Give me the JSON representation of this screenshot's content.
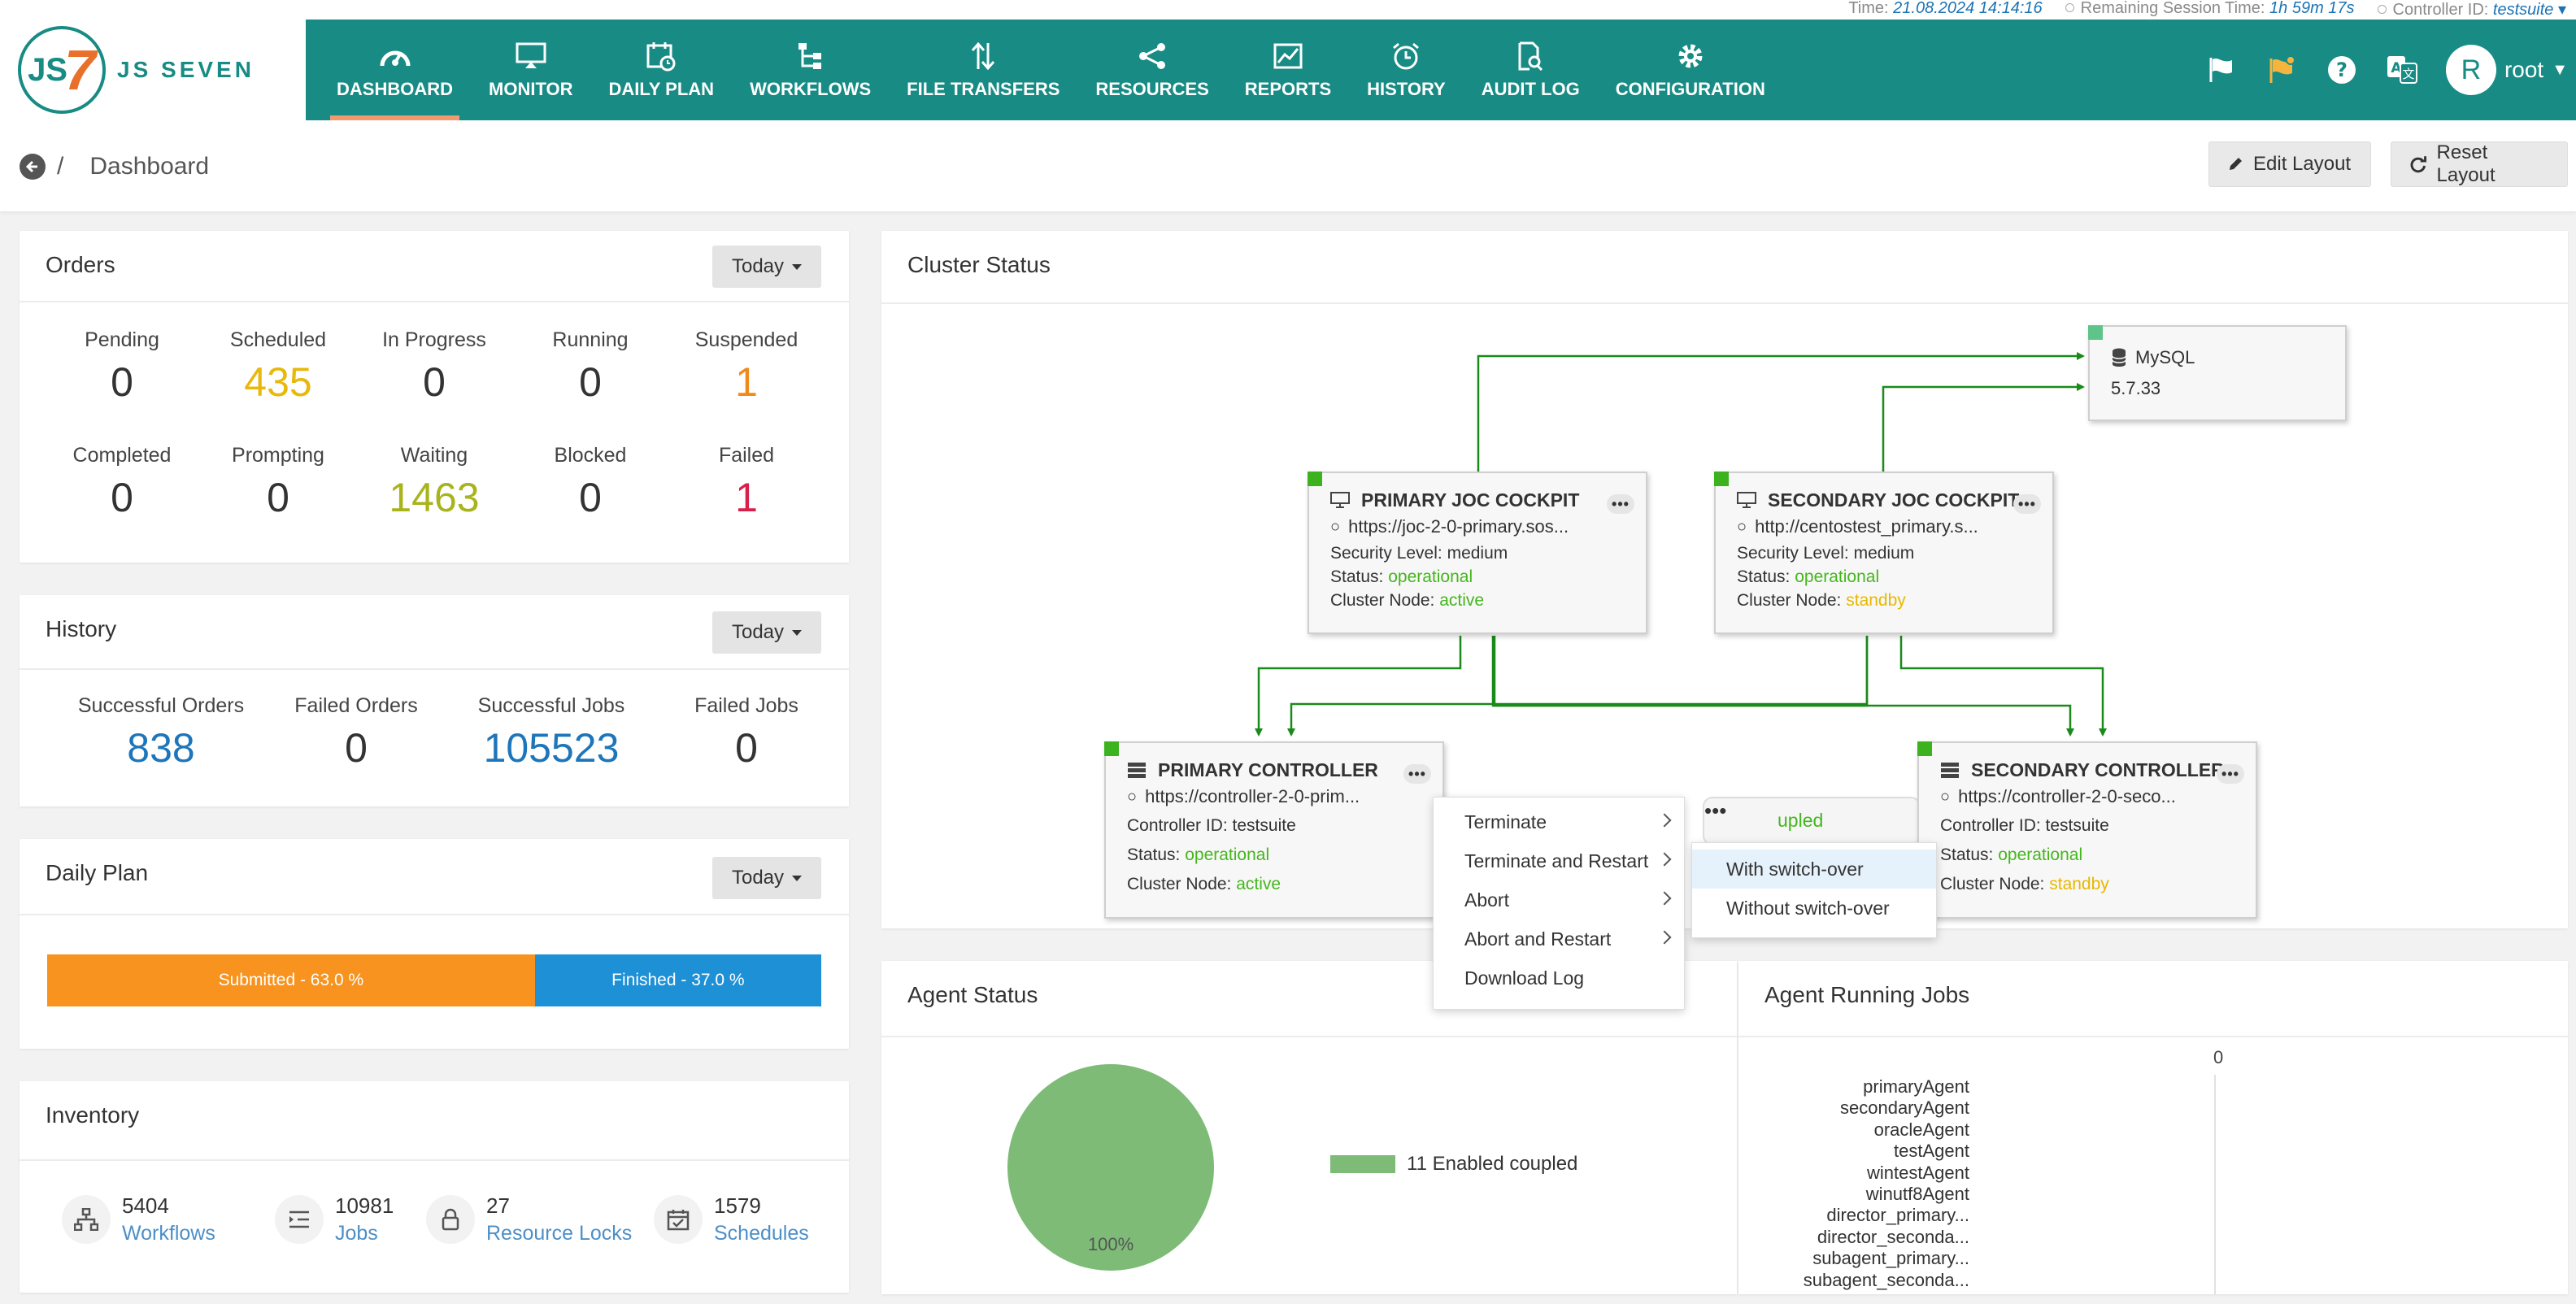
{
  "infobar": {
    "time_label": "Time:",
    "time_value": "21.08.2024 14:14:16",
    "session_label": "Remaining Session Time:",
    "session_value": "1h 59m 17s",
    "controller_label": "Controller ID:",
    "controller_value": "testsuite"
  },
  "logo": {
    "mark": "JS",
    "mark_seven": "7",
    "brand": "JS SEVEN"
  },
  "nav": {
    "items": [
      {
        "label": "DASHBOARD",
        "icon": "dashboard-gauge-icon"
      },
      {
        "label": "MONITOR",
        "icon": "monitor-icon"
      },
      {
        "label": "DAILY PLAN",
        "icon": "calendar-clock-icon"
      },
      {
        "label": "WORKFLOWS",
        "icon": "workflow-tree-icon"
      },
      {
        "label": "FILE TRANSFERS",
        "icon": "arrows-up-down-icon"
      },
      {
        "label": "RESOURCES",
        "icon": "share-nodes-icon"
      },
      {
        "label": "REPORTS",
        "icon": "line-chart-icon"
      },
      {
        "label": "HISTORY",
        "icon": "alarm-clock-icon"
      },
      {
        "label": "AUDIT LOG",
        "icon": "document-search-icon"
      },
      {
        "label": "CONFIGURATION",
        "icon": "gear-icon"
      }
    ],
    "user_initial": "R",
    "user_name": "root"
  },
  "breadcrumb": {
    "separator": "/",
    "page": "Dashboard"
  },
  "toolbar": {
    "edit_layout": "Edit Layout",
    "reset_layout": "Reset Layout"
  },
  "orders": {
    "title": "Orders",
    "filter": "Today",
    "stats": [
      {
        "label": "Pending",
        "value": "0"
      },
      {
        "label": "Scheduled",
        "value": "435"
      },
      {
        "label": "In Progress",
        "value": "0"
      },
      {
        "label": "Running",
        "value": "0"
      },
      {
        "label": "Suspended",
        "value": "1"
      },
      {
        "label": "Completed",
        "value": "0"
      },
      {
        "label": "Prompting",
        "value": "0"
      },
      {
        "label": "Waiting",
        "value": "1463"
      },
      {
        "label": "Blocked",
        "value": "0"
      },
      {
        "label": "Failed",
        "value": "1"
      }
    ]
  },
  "history": {
    "title": "History",
    "filter": "Today",
    "stats": [
      {
        "label": "Successful Orders",
        "value": "838"
      },
      {
        "label": "Failed Orders",
        "value": "0"
      },
      {
        "label": "Successful Jobs",
        "value": "105523"
      },
      {
        "label": "Failed Jobs",
        "value": "0"
      }
    ]
  },
  "daily_plan": {
    "title": "Daily Plan",
    "filter": "Today",
    "submitted_label": "Submitted - 63.0 %",
    "submitted_percent": 63.0,
    "finished_label": "Finished - 37.0 %",
    "finished_percent": 37.0
  },
  "inventory": {
    "title": "Inventory",
    "items": [
      {
        "count": "5404",
        "name": "Workflows",
        "icon": "workflow-icon"
      },
      {
        "count": "10981",
        "name": "Jobs",
        "icon": "list-indent-icon"
      },
      {
        "count": "27",
        "name": "Resource Locks",
        "icon": "lock-icon"
      },
      {
        "count": "1579",
        "name": "Schedules",
        "icon": "calendar-check-icon"
      }
    ]
  },
  "cluster": {
    "title": "Cluster Status",
    "database": {
      "name": "MySQL",
      "version": "5.7.33"
    },
    "primary_joc": {
      "title": "PRIMARY JOC COCKPIT",
      "url": "https://joc-2-0-primary.sos...",
      "security_label": "Security Level:",
      "security_value": "medium",
      "status_label": "Status:",
      "status_value": "operational",
      "node_label": "Cluster Node:",
      "node_value": "active"
    },
    "secondary_joc": {
      "title": "SECONDARY JOC COCKPIT",
      "url": "http://centostest_primary.s...",
      "security_label": "Security Level:",
      "security_value": "medium",
      "status_label": "Status:",
      "status_value": "operational",
      "node_label": "Cluster Node:",
      "node_value": "standby"
    },
    "primary_controller": {
      "title": "PRIMARY CONTROLLER",
      "url": "https://controller-2-0-prim...",
      "id_label": "Controller ID:",
      "id_value": "testsuite",
      "status_label": "Status:",
      "status_value": "operational",
      "node_label": "Cluster Node:",
      "node_value": "active"
    },
    "secondary_controller": {
      "title": "SECONDARY CONTROLLER",
      "url": "https://controller-2-0-seco...",
      "id_label": "Controller ID:",
      "id_value": "testsuite",
      "status_label": "Status:",
      "status_value": "operational",
      "node_label": "Cluster Node:",
      "node_value": "standby"
    },
    "coupled_text": "upled"
  },
  "context_menu": {
    "items": [
      "Terminate",
      "Terminate and Restart",
      "Abort",
      "Abort and Restart",
      "Download Log"
    ],
    "submenu": [
      "With switch-over",
      "Without switch-over"
    ]
  },
  "agent_status": {
    "title": "Agent Status",
    "pie_label": "100%",
    "legend": "11 Enabled coupled",
    "color": "#7dbb77"
  },
  "agent_running_jobs": {
    "title": "Agent Running Jobs",
    "axis_zero": "0",
    "agents": [
      "primaryAgent",
      "secondaryAgent",
      "oracleAgent",
      "testAgent",
      "wintestAgent",
      "winutf8Agent",
      "director_primary...",
      "director_seconda...",
      "subagent_primary...",
      "subagent_seconda..."
    ]
  }
}
